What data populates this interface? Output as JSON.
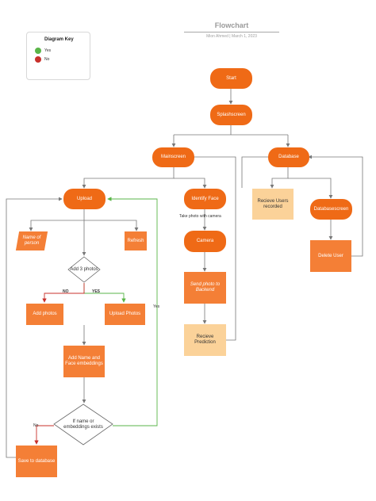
{
  "header": {
    "title": "Flowchart",
    "subtitle": "Mion Ahmed  |  March 1, 2023"
  },
  "legend": {
    "title": "Diagram Key",
    "items": [
      {
        "label": "Yes",
        "color": "#5ab548"
      },
      {
        "label": "No",
        "color": "#c8302b"
      }
    ]
  },
  "colors": {
    "node_orange": "#f47f36",
    "pill_orange": "#ef6a16",
    "light_box": "#fbd299",
    "edge_gray": "#777777",
    "edge_yes": "#5ab548",
    "edge_no": "#c8302b"
  },
  "nodes": {
    "start": "Start",
    "splash": "Splashscreen",
    "main": "Mainscreen",
    "database": "Database",
    "upload": "Upload",
    "identify": "Identify Face",
    "receive_users": "Recieve Users recorded",
    "dbscreen": "Databasescreen",
    "name_person": "Name of person",
    "refresh": "Refresh",
    "camera": "Camera",
    "delete_user": "Delete User",
    "add3": "Add 3 photos",
    "send_photo": "Send photo to Backend",
    "add_photos": "Add photos",
    "upload_photos": "Upload Photos",
    "receive_pred": "Recieve Prediction",
    "add_name": "Add Name and Face embeddings",
    "exists": "If name or embeddings exists",
    "save": "Save to database"
  },
  "edge_labels": {
    "take_photo": "Take photo with camera",
    "no_add": "NO",
    "yes_add": "YES",
    "yes_exists": "Yes",
    "no_exists": "No"
  }
}
